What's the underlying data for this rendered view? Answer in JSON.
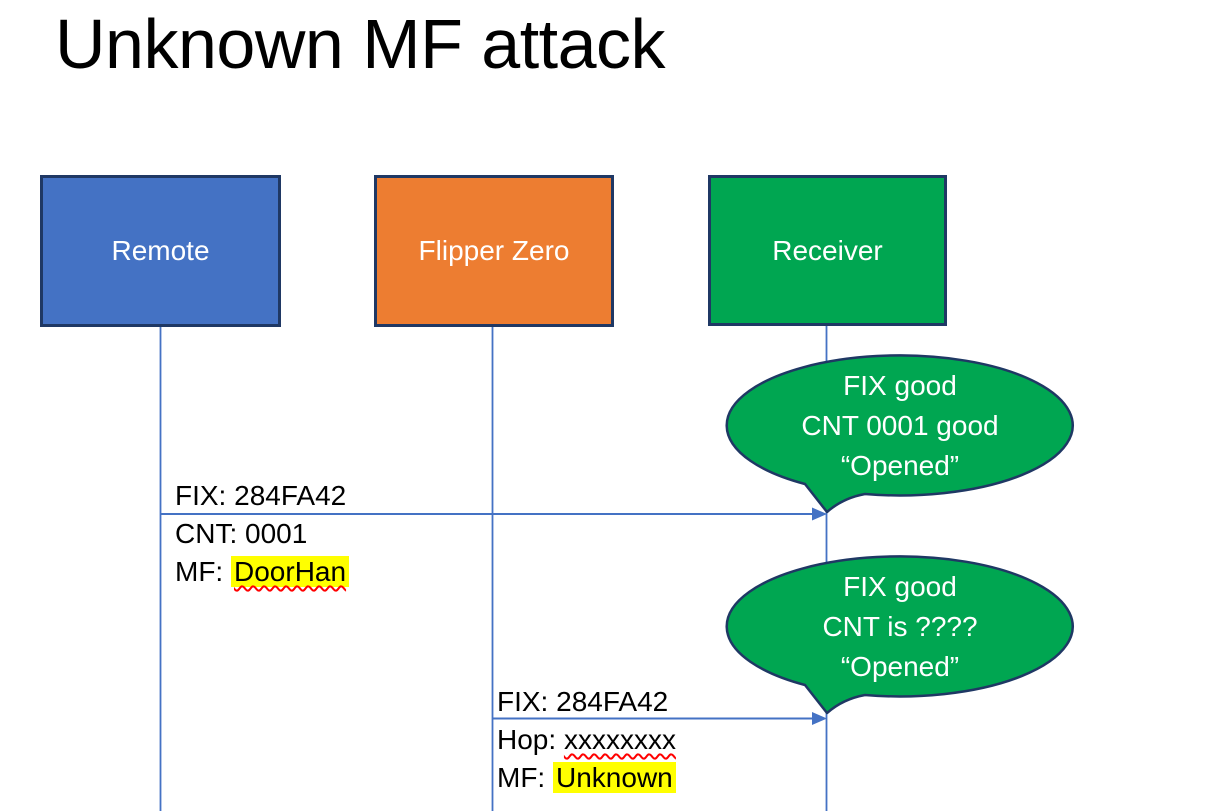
{
  "title": "Unknown MF attack",
  "actors": [
    {
      "label": "Remote",
      "color": "#4472C4"
    },
    {
      "label": "Flipper Zero",
      "color": "#ED7D31"
    },
    {
      "label": "Receiver",
      "color": "#00A651"
    }
  ],
  "bubbles": [
    {
      "lines": [
        "FIX good",
        "CNT 0001 good",
        "“Opened”"
      ]
    },
    {
      "lines": [
        "FIX good",
        "CNT is ????",
        "“Opened”"
      ]
    }
  ],
  "message1": {
    "line1": "FIX: 284FA42",
    "line2": "CNT: 0001",
    "line3_prefix": "MF: ",
    "line3_value": "DoorHan"
  },
  "message2": {
    "line1": "FIX: 284FA42",
    "line2_prefix": "Hop: ",
    "line2_value": "xxxxxxxx",
    "line3_prefix": "MF: ",
    "line3_value": "Unknown"
  },
  "colors": {
    "remote_blue": "#4472C4",
    "flipper_orange": "#ED7D31",
    "receiver_green": "#00A651",
    "outline_navy": "#1F3864",
    "connector_blue": "#4472C4",
    "highlight_yellow": "#FFFF00",
    "spellcheck_red": "#FF0000",
    "title_black": "#000000",
    "actor_text_white": "#FFFFFF"
  }
}
